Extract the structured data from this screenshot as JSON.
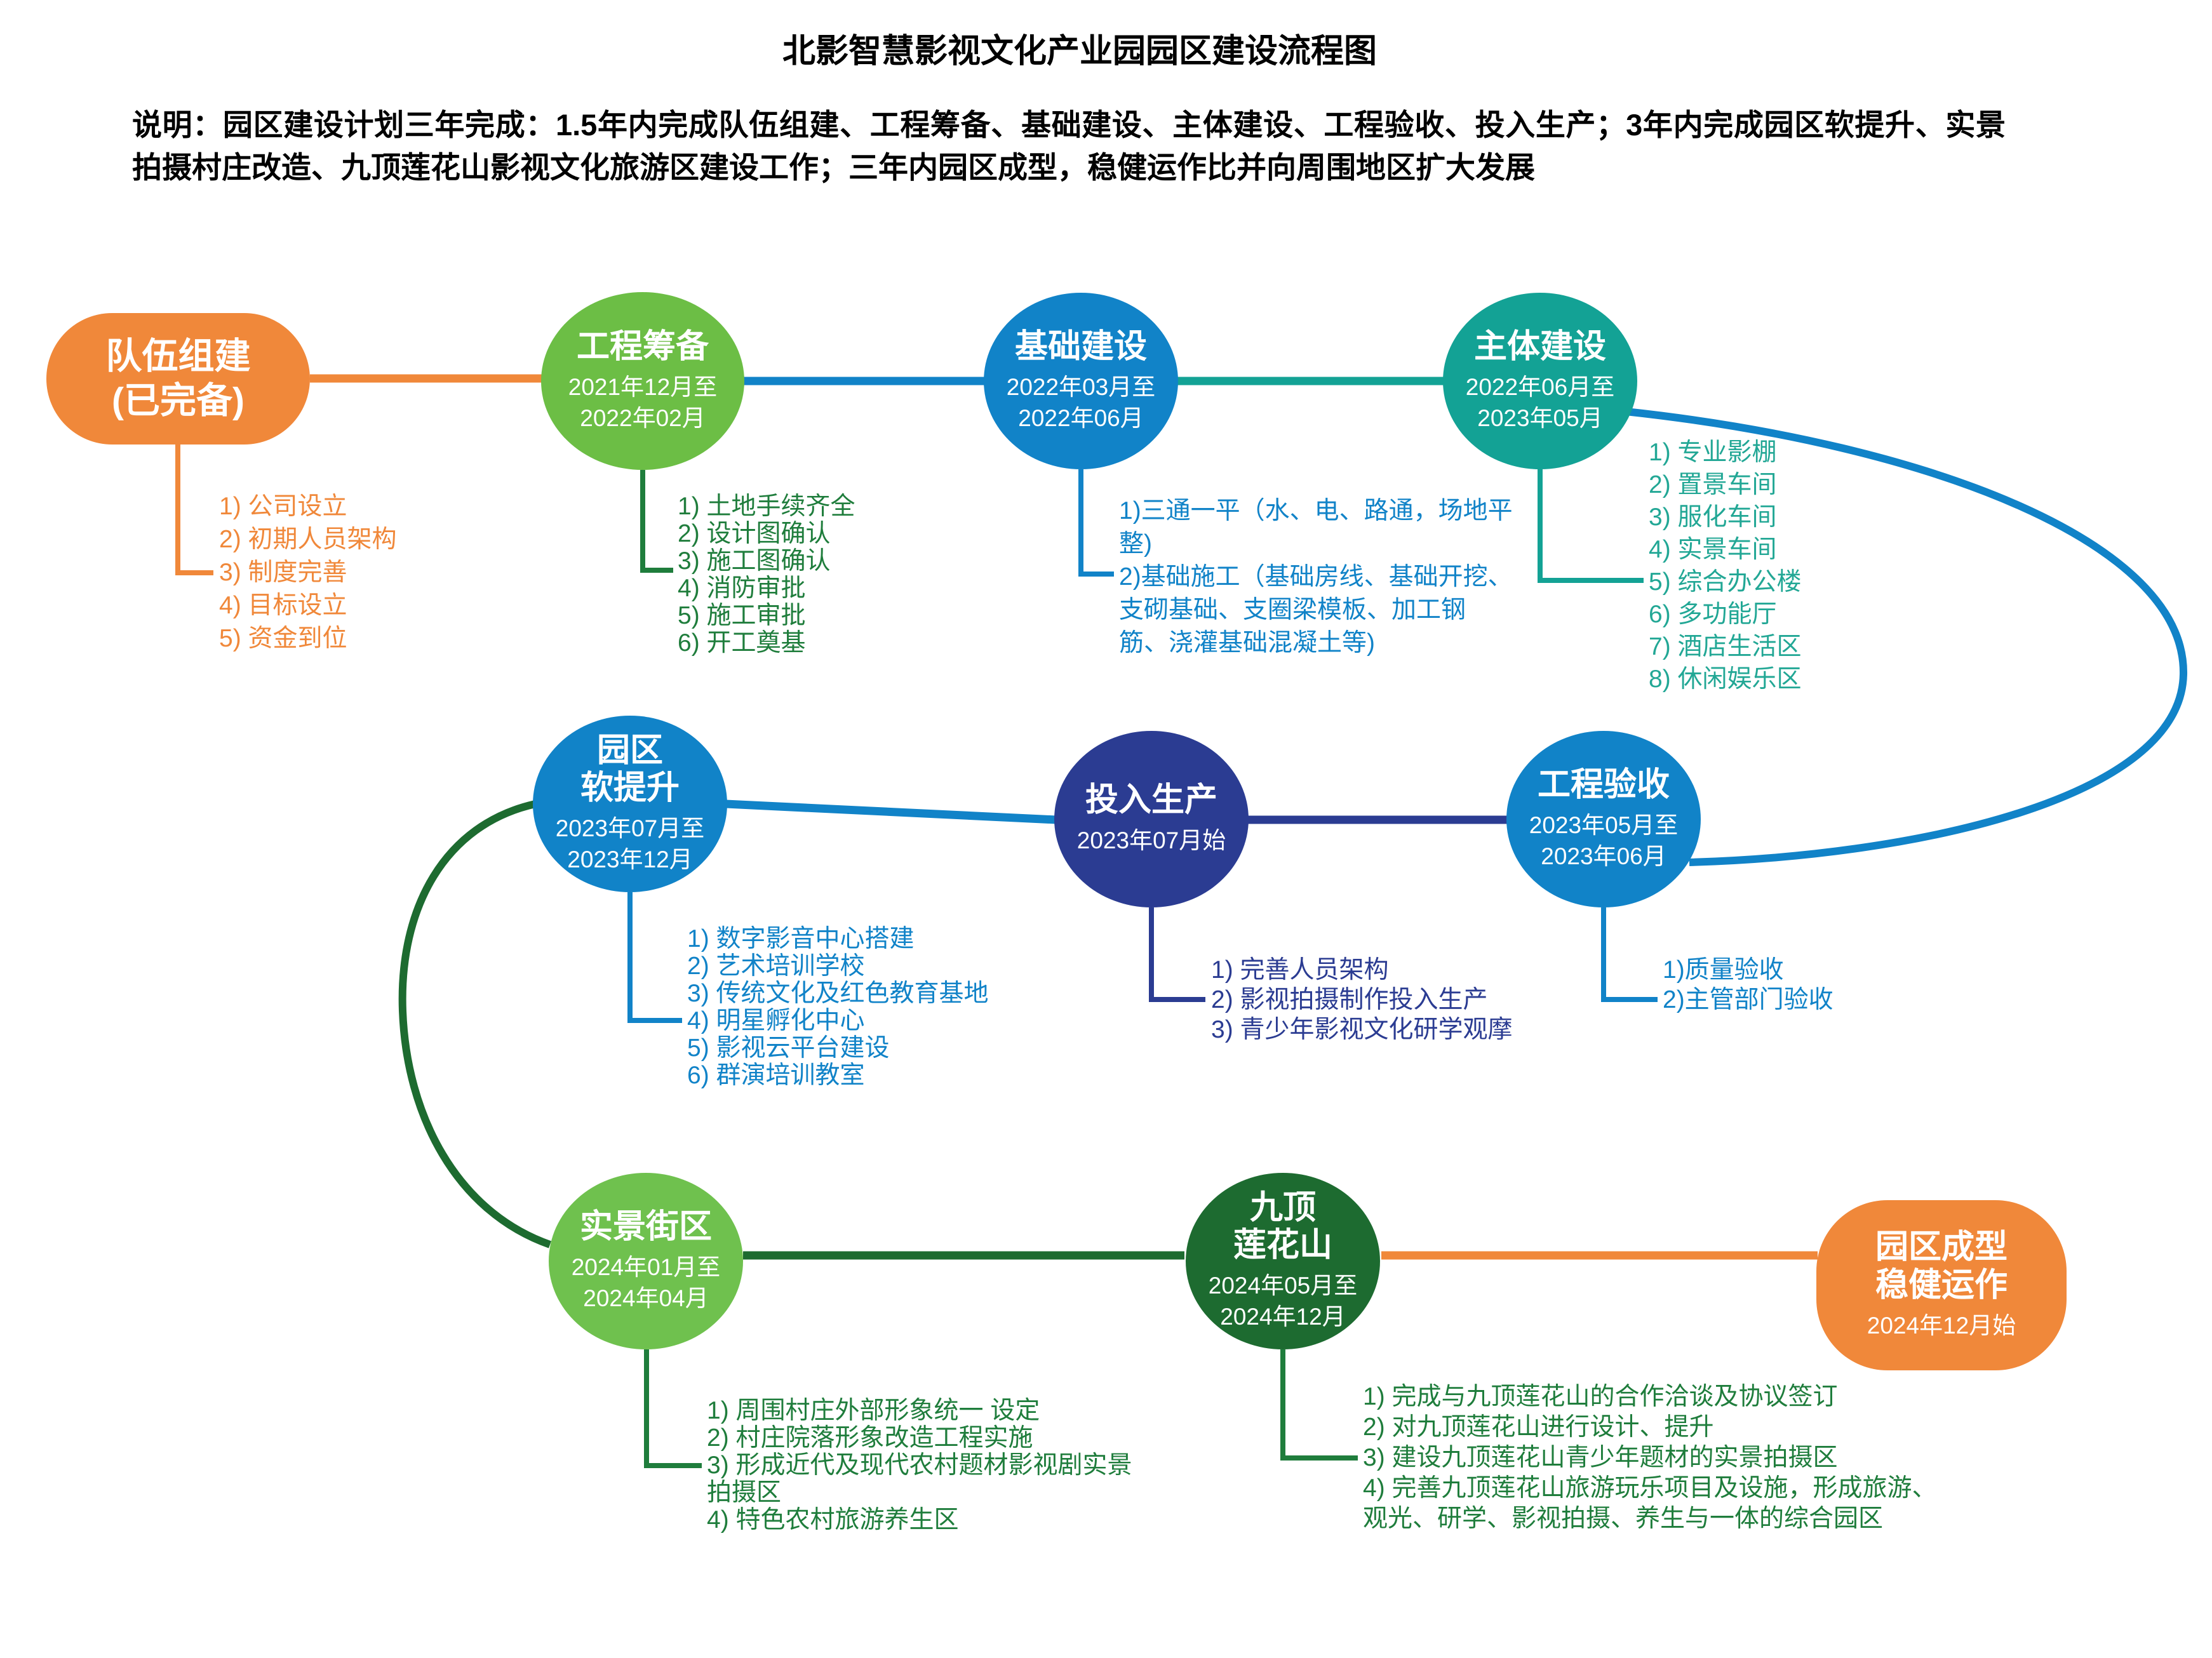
{
  "page": {
    "title": "北影智慧影视文化产业园园区建设流程图",
    "description": "说明：园区建设计划三年完成：1.5年内完成队伍组建、工程筹备、基础建设、主体建设、工程验收、投入生产；3年内完成园区软提升、实景拍摄村庄改造、九顶莲花山影视文化旅游区建设工作；三年内园区成型，稳健运作比并向周围地区扩大发展"
  },
  "colors": {
    "orange": "#F0883A",
    "green": "#6CBE45",
    "light_green": "#6FC14E",
    "blue": "#1183C8",
    "teal": "#13A295",
    "navy": "#2B3C92",
    "dark_green_node": "#1D6B30",
    "dark_green_text": "#1F7D3C",
    "teal_text": "#22A795"
  },
  "nodes": {
    "team": {
      "title": "队伍组建\n(已完备)",
      "items": [
        "1) 公司设立",
        "2) 初期人员架构",
        "3) 制度完善",
        "4) 目标设立",
        "5) 资金到位"
      ]
    },
    "prep": {
      "title": "工程筹备",
      "date": "2021年12月至\n2022年02月",
      "items": [
        "1) 土地手续齐全",
        "2) 设计图确认",
        "3) 施工图确认",
        "4) 消防审批",
        "5) 施工审批",
        "6) 开工奠基"
      ]
    },
    "foundation": {
      "title": "基础建设",
      "date": "2022年03月至\n2022年06月",
      "items": [
        "1)三通一平（水、电、路通，场地平整)",
        "2)基础施工（基础房线、基础开挖、支砌基础、支圈梁模板、加工钢筋、浇灌基础混凝土等)"
      ]
    },
    "main": {
      "title": "主体建设",
      "date": "2022年06月至\n2023年05月",
      "items": [
        "1) 专业影棚",
        "2) 置景车间",
        "3) 服化车间",
        "4) 实景车间",
        "5) 综合办公楼",
        "6) 多功能厅",
        "7) 酒店生活区",
        "8) 休闲娱乐区"
      ]
    },
    "soft": {
      "title": "园区\n软提升",
      "date": "2023年07月至\n2023年12月",
      "items": [
        "1) 数字影音中心搭建",
        "2) 艺术培训学校",
        "3) 传统文化及红色教育基地",
        "4) 明星孵化中心",
        "5) 影视云平台建设",
        "6) 群演培训教室"
      ]
    },
    "production": {
      "title": "投入生产",
      "date": "2023年07月始",
      "items": [
        "1) 完善人员架构",
        "2) 影视拍摄制作投入生产",
        "3) 青少年影视文化研学观摩"
      ]
    },
    "acceptance": {
      "title": "工程验收",
      "date": "2023年05月至\n2023年06月",
      "items": [
        "1)质量验收",
        "2)主管部门验收"
      ]
    },
    "street": {
      "title": "实景街区",
      "date": "2024年01月至\n2024年04月",
      "items": [
        "1) 周围村庄外部形象统一 设定",
        "2) 村庄院落形象改造工程实施",
        "3) 形成近代及现代农村题材影视剧实景拍摄区",
        "4) 特色农村旅游养生区"
      ]
    },
    "lotus": {
      "title": "九顶\n莲花山",
      "date": "2024年05月至\n2024年12月",
      "items": [
        "1) 完成与九顶莲花山的合作洽谈及协议签订",
        "2) 对九顶莲花山进行设计、提升",
        "3) 建设九顶莲花山青少年题材的实景拍摄区",
        "4) 完善九顶莲花山旅游玩乐项目及设施，形成旅游、观光、研学、影视拍摄、养生与一体的综合园区"
      ]
    },
    "mature": {
      "title": "园区成型\n稳健运作",
      "date": "2024年12月始"
    }
  }
}
